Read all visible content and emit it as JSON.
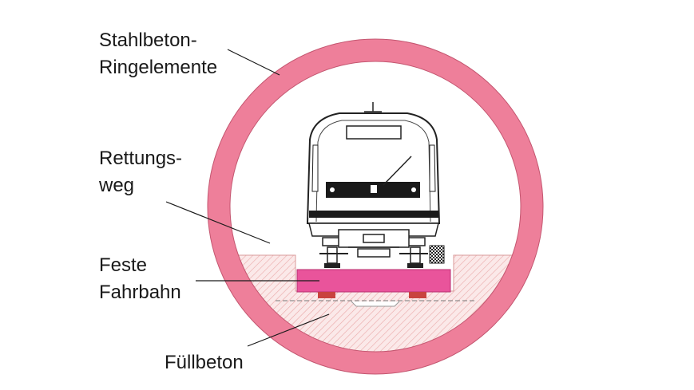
{
  "labels": {
    "ring_line1": "Stahlbeton-",
    "ring_line2": "Ringelemente",
    "escape_line1": "Rettungs-",
    "escape_line2": "weg",
    "track_line1": "Feste",
    "track_line2": "Fahrbahn",
    "fill": "Füllbeton"
  },
  "colors": {
    "ring": "#ee7f9a",
    "slab": "#e9549b",
    "hatch": "#f2b6b6",
    "train_dark": "#1a1a1a"
  }
}
